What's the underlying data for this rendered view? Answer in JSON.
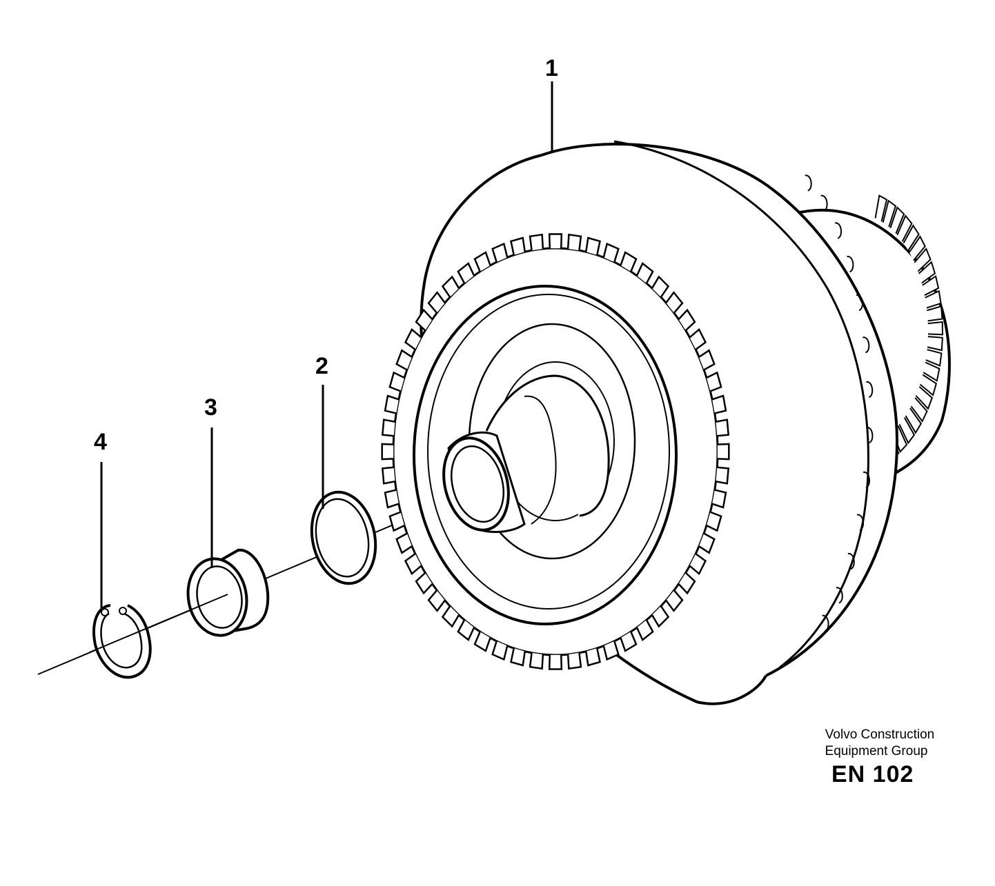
{
  "callouts": {
    "item1": "1",
    "item2": "2",
    "item3": "3",
    "item4": "4"
  },
  "footer": {
    "company_line1": "Volvo Construction",
    "company_line2": "Equipment Group",
    "drawing_code": "EN 102"
  },
  "colors": {
    "ink": "#000000",
    "paper": "#ffffff"
  }
}
